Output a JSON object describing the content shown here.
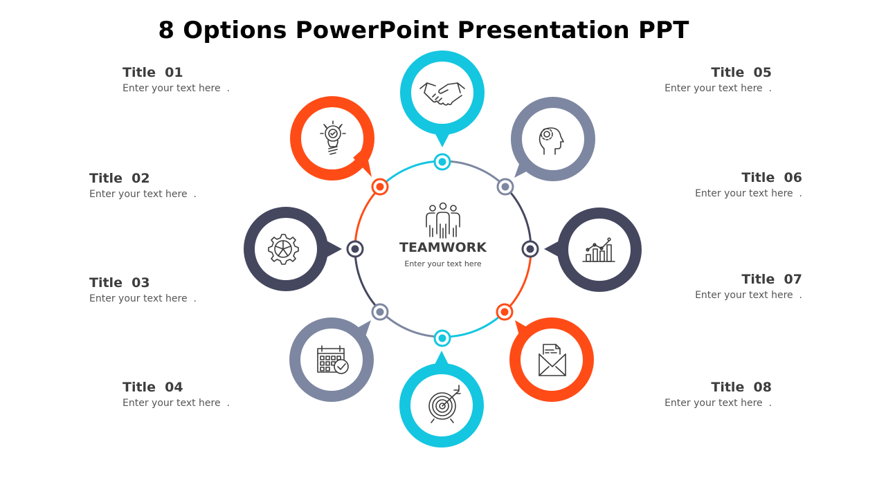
{
  "slide": {
    "title": "8 Options PowerPoint Presentation PPT"
  },
  "center": {
    "title": "TEAMWORK",
    "subtitle": "Enter your text here",
    "icon": "teamwork-people-icon"
  },
  "colors": {
    "cyan": "#14C6E0",
    "orange": "#FF4C17",
    "grey": "#7D87A1",
    "navy": "#45475F",
    "text_dark": "#3D3D3D"
  },
  "options": [
    {
      "title": "Title  01",
      "text": "Enter your text here  .",
      "icon": "lightbulb-check-icon",
      "color": "orange"
    },
    {
      "title": "Title  02",
      "text": "Enter your text here  .",
      "icon": "gear-icon",
      "color": "navy"
    },
    {
      "title": "Title  03",
      "text": "Enter your text here  .",
      "icon": "calendar-check-icon",
      "color": "grey"
    },
    {
      "title": "Title  04",
      "text": "Enter your text here  .",
      "icon": "target-arrow-icon",
      "color": "cyan"
    },
    {
      "title": "Title  05",
      "text": "Enter your text here  .",
      "icon": "handshake-icon",
      "color": "cyan"
    },
    {
      "title": "Title  06",
      "text": "Enter your text here  .",
      "icon": "head-gear-icon",
      "color": "grey"
    },
    {
      "title": "Title  07",
      "text": "Enter your text here  .",
      "icon": "bar-chart-growth-icon",
      "color": "navy"
    },
    {
      "title": "Title  08",
      "text": "Enter your text here  .",
      "icon": "envelope-letter-icon",
      "color": "orange"
    }
  ]
}
